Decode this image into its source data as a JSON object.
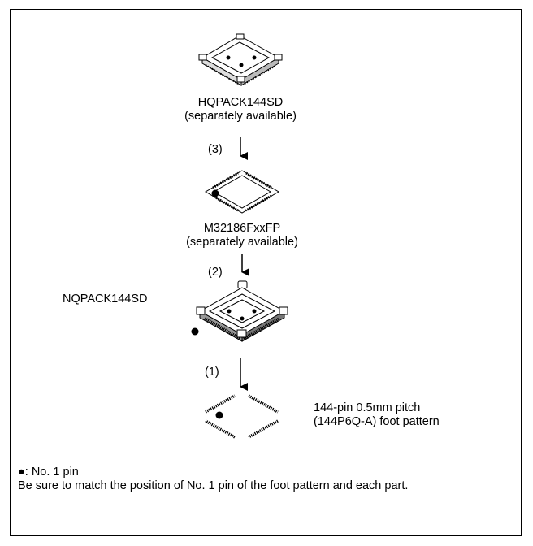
{
  "parts": {
    "hqpack": {
      "name": "HQPACK144SD",
      "note": "(separately available)"
    },
    "mcu": {
      "name": "M32186FxxFP",
      "note": "(separately available)"
    },
    "nqpack": {
      "name": "NQPACK144SD"
    },
    "footprint": {
      "line1": "144-pin 0.5mm pitch",
      "line2": "(144P6Q-A) foot pattern"
    }
  },
  "steps": {
    "step3": "(3)",
    "step2": "(2)",
    "step1": "(1)"
  },
  "legend": {
    "symbol": "●",
    "pin_label": ": No. 1 pin",
    "instruction": "Be sure to match the position of No.  1 pin of the foot pattern and each part."
  }
}
